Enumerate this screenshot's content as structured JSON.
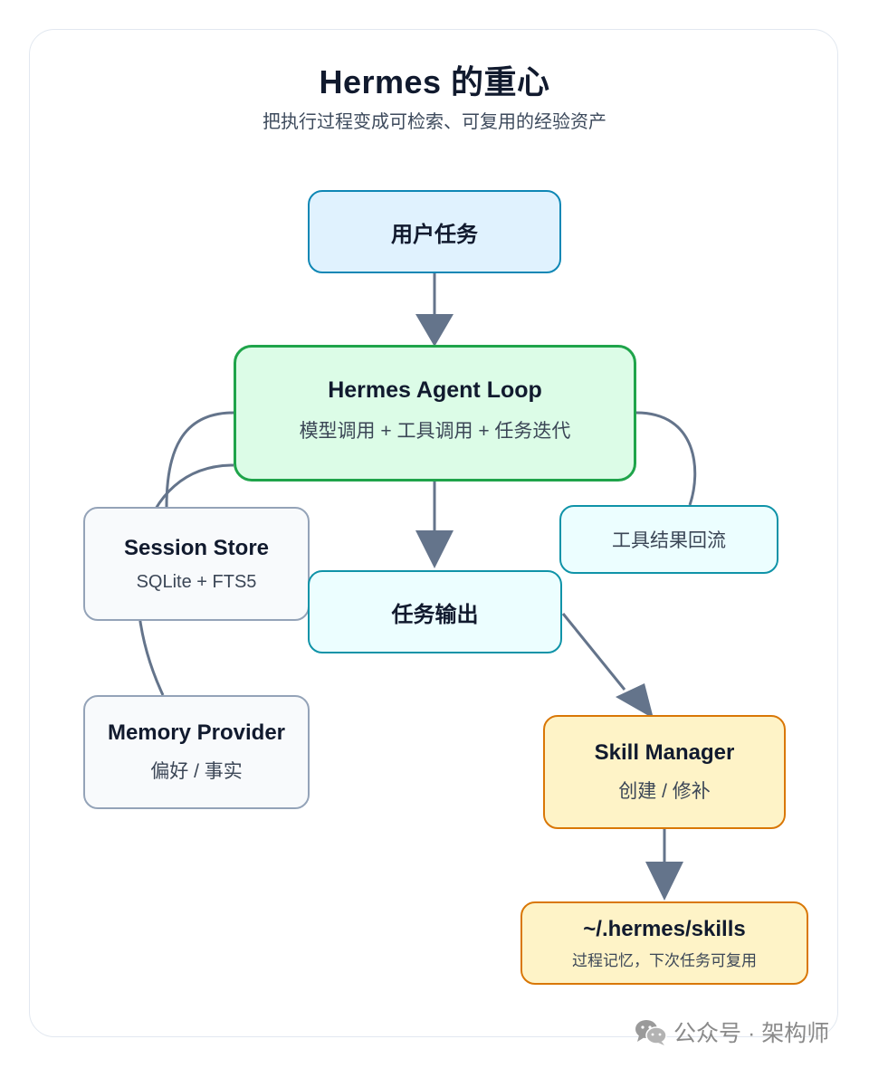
{
  "header": {
    "title": "Hermes 的重心",
    "subtitle": "把执行过程变成可检索、可复用的经验资产"
  },
  "nodes": {
    "user_task": {
      "title": "用户任务"
    },
    "agent_loop": {
      "title": "Hermes Agent Loop",
      "subtitle": "模型调用 + 工具调用 + 任务迭代"
    },
    "session_store": {
      "title": "Session Store",
      "subtitle": "SQLite + FTS5"
    },
    "tool_feedback": {
      "title": "工具结果回流"
    },
    "task_output": {
      "title": "任务输出"
    },
    "memory_provider": {
      "title": "Memory Provider",
      "subtitle": "偏好 / 事实"
    },
    "skill_manager": {
      "title": "Skill Manager",
      "subtitle": "创建 / 修补"
    },
    "skills_dir": {
      "title": "~/.hermes/skills",
      "subtitle": "过程记忆，下次任务可复用"
    }
  },
  "edges": [
    {
      "from": "user_task",
      "to": "agent_loop",
      "arrow": true
    },
    {
      "from": "agent_loop",
      "to": "task_output",
      "arrow": true
    },
    {
      "from": "agent_loop",
      "to": "session_store",
      "arrow": false
    },
    {
      "from": "agent_loop",
      "to": "memory_provider",
      "arrow": false
    },
    {
      "from": "agent_loop",
      "to": "tool_feedback",
      "arrow": false
    },
    {
      "from": "task_output",
      "to": "skill_manager",
      "arrow": true
    },
    {
      "from": "skill_manager",
      "to": "skills_dir",
      "arrow": true
    }
  ],
  "colors": {
    "edge": "#64748b",
    "user_task_border": "#0e87b5",
    "agent_loop_border": "#1fa44a",
    "cyan_border": "#0f93a8",
    "gray_border": "#94a3b8",
    "amber_border": "#d97706"
  },
  "watermark": {
    "icon": "wechat-icon",
    "text": "公众号 · 架构师"
  }
}
